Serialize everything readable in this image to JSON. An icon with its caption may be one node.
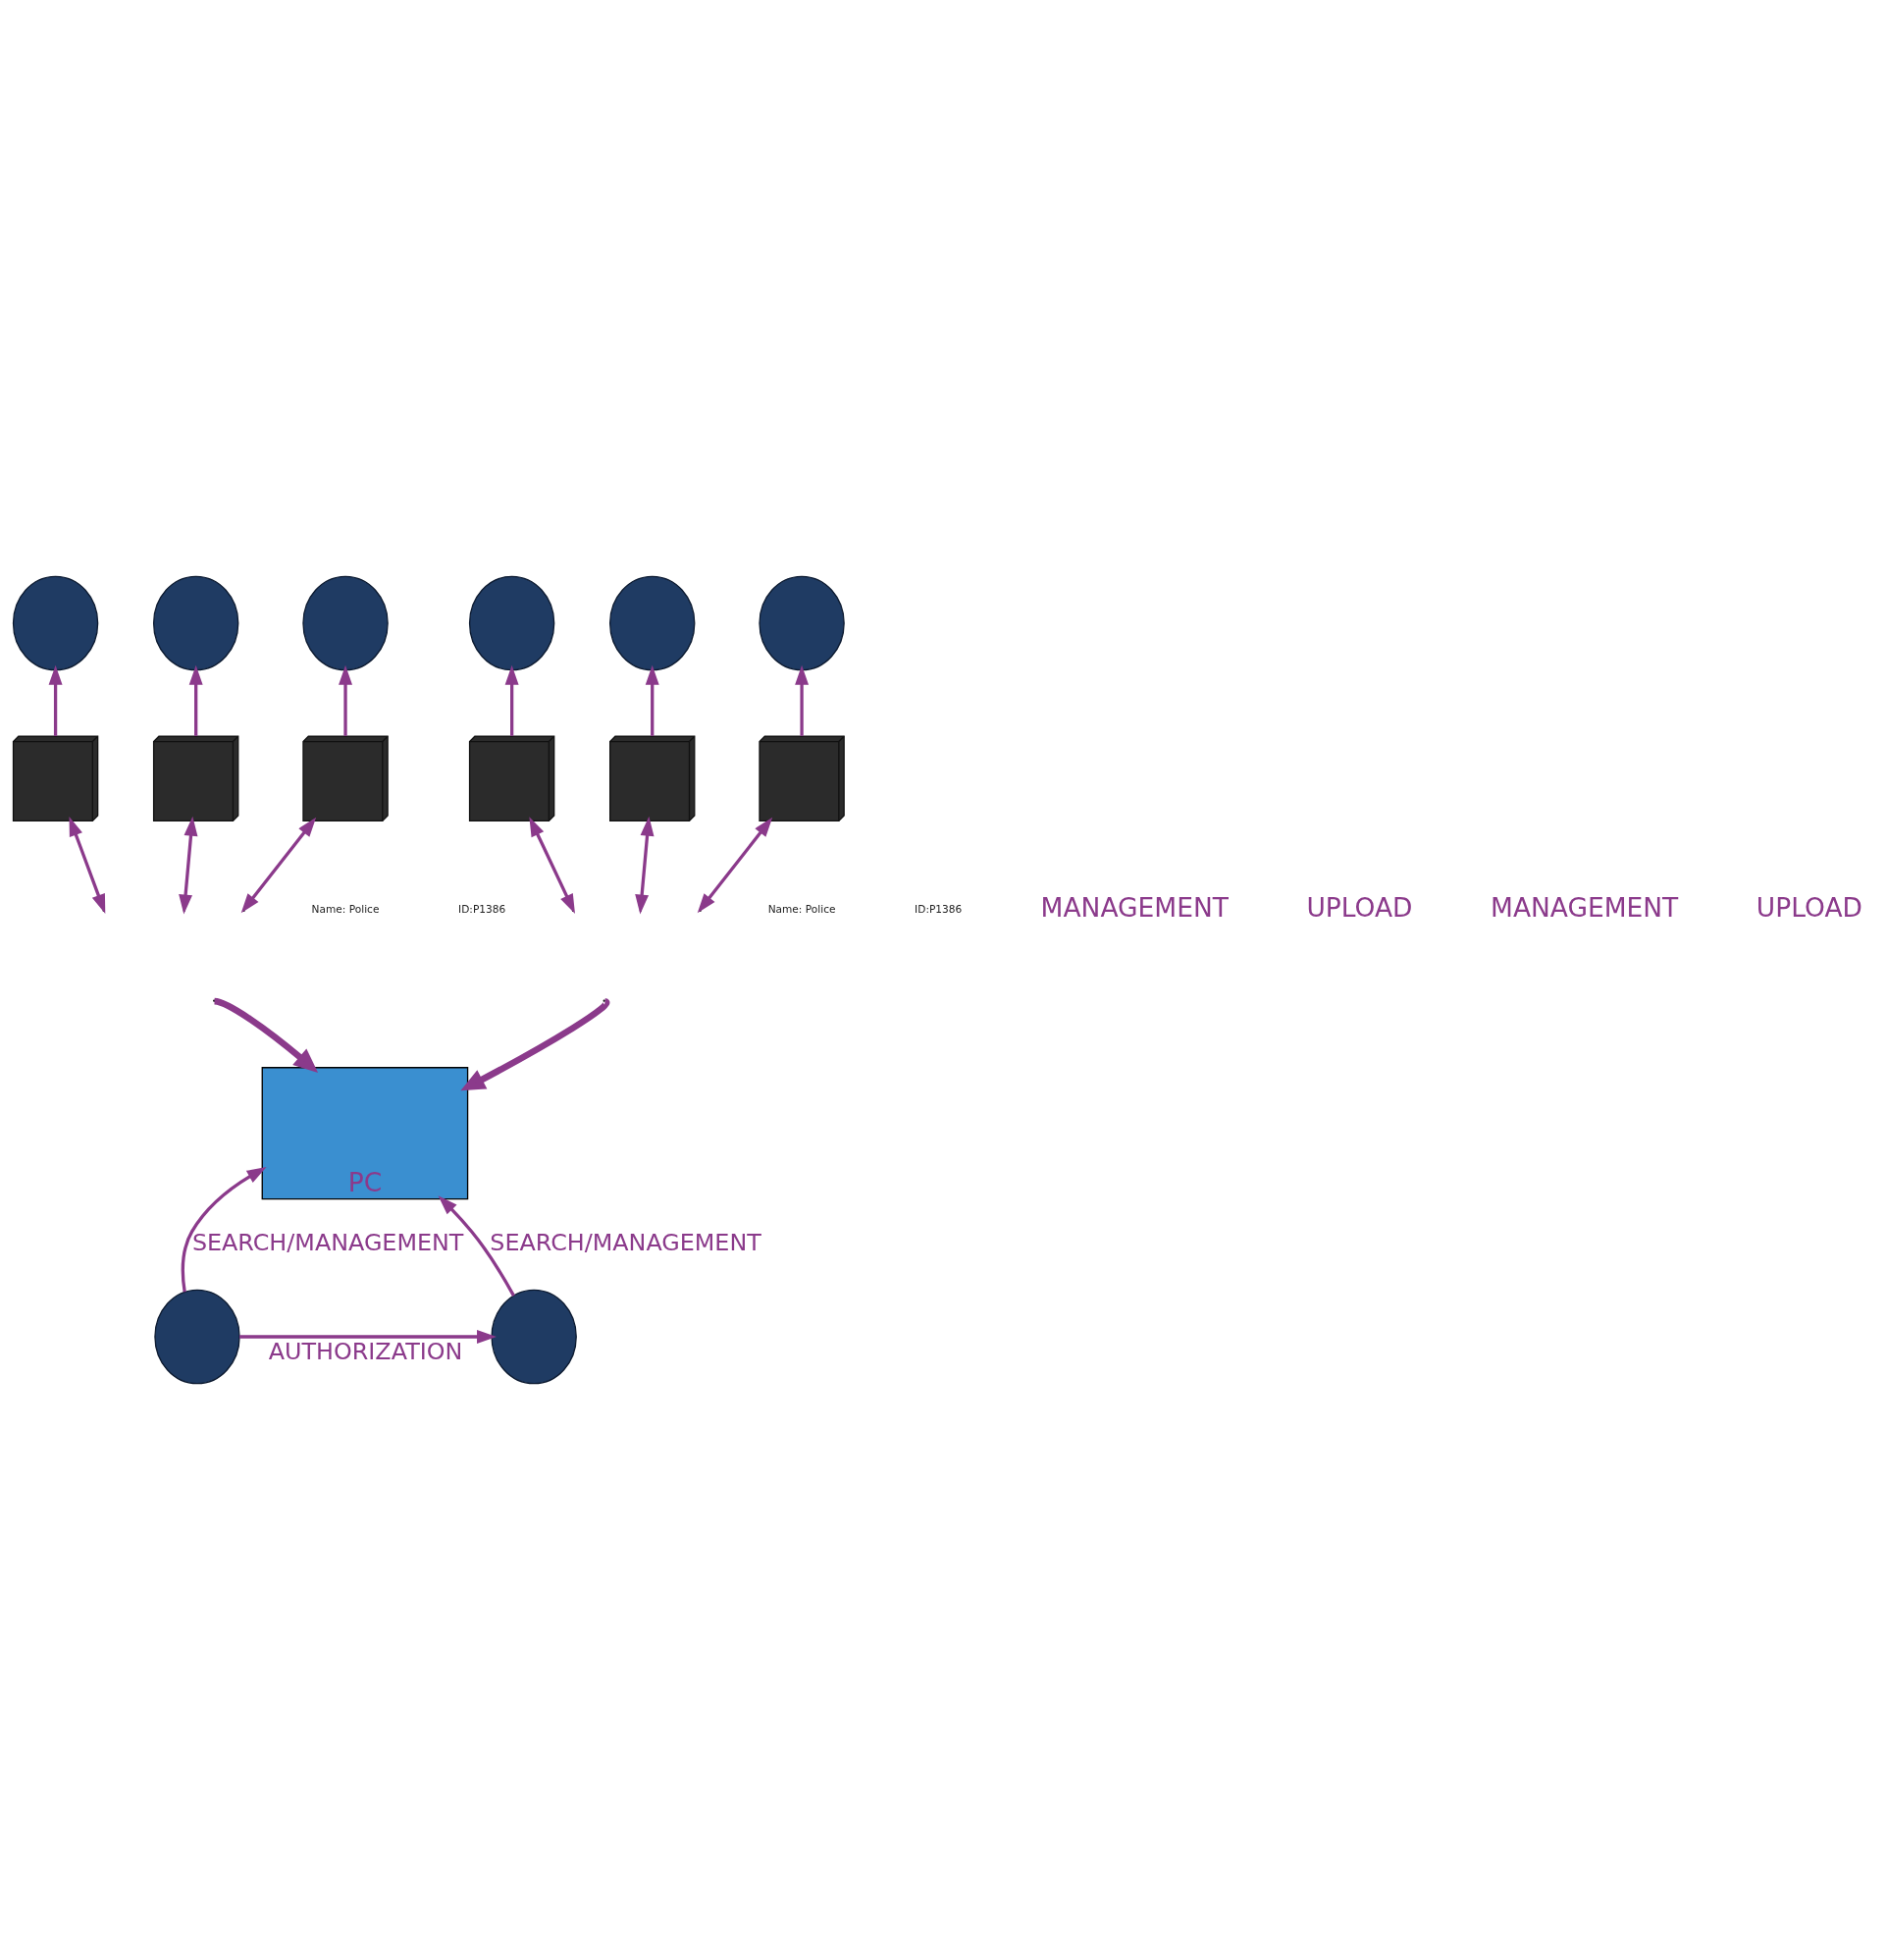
{
  "diagram": {
    "nodes": [
      {
        "text": [],
        "shape": "person"
      },
      {
        "text": [],
        "shape": "person"
      },
      {
        "text": [],
        "shape": "person"
      },
      {
        "text": [],
        "shape": "person"
      },
      {
        "text": [],
        "shape": "person"
      },
      {
        "text": [],
        "shape": "person"
      },
      {
        "text": [],
        "shape": "picture"
      },
      {
        "text": [],
        "shape": "picture"
      },
      {
        "text": [],
        "shape": "picture"
      },
      {
        "text": [],
        "shape": "picture"
      },
      {
        "text": [],
        "shape": "picture"
      },
      {
        "text": [],
        "shape": "picture"
      },
      {
        "text": [
          "PC"
        ]
      },
      {
        "text": [],
        "shape": "person"
      },
      {
        "text": [],
        "shape": "person"
      }
    ],
    "edges": [
      {
        "from": 6,
        "to": 0,
        "arrow": "to"
      },
      {
        "from": 7,
        "to": 1,
        "arrow": "to"
      },
      {
        "from": 8,
        "to": 2,
        "arrow": "to"
      },
      {
        "from": 9,
        "to": 3,
        "arrow": "to"
      },
      {
        "from": 10,
        "to": 4,
        "arrow": "to"
      },
      {
        "from": 11,
        "to": 5,
        "arrow": "to"
      },
      {
        "from": null,
        "to": 6,
        "arrow": "both"
      },
      {
        "from": null,
        "to": 7,
        "arrow": "both"
      },
      {
        "from": null,
        "to": 8,
        "arrow": "both"
      },
      {
        "from": null,
        "to": 9,
        "arrow": "both"
      },
      {
        "from": null,
        "to": 10,
        "arrow": "both"
      },
      {
        "from": null,
        "to": 11,
        "arrow": "both"
      },
      {
        "from": null,
        "to": 12,
        "arrow": "to",
        "style": "thick"
      },
      {
        "from": null,
        "to": 12,
        "arrow": "to",
        "style": "thick"
      },
      {
        "from": 13,
        "to": 12,
        "arrow": "to",
        "label": "SEARCH/MANAGEMENT"
      },
      {
        "from": 14,
        "to": 12,
        "arrow": "to",
        "label": "SEARCH/MANAGEMENT"
      },
      {
        "from": 13,
        "to": 14,
        "arrow": "to",
        "label": "AUTHORIZATION"
      }
    ],
    "labels": [
      "Name: Police",
      "ID:P1386",
      "Name: Police",
      "ID:P1386",
      "MANAGEMENT",
      "UPLOAD",
      "MANAGEMENT",
      "UPLOAD"
    ]
  }
}
